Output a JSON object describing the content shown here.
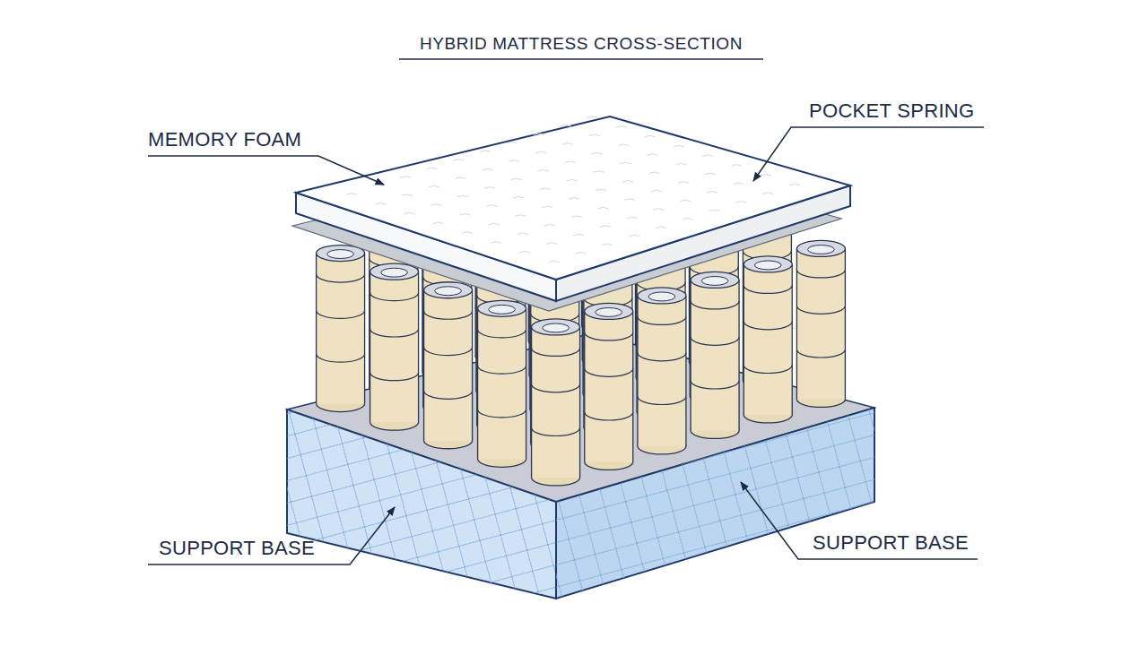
{
  "diagram": {
    "title": "HYBRID MATTRESS CROSS-SECTION",
    "labels": [
      "MEMORY FOAM",
      "POCKET SPRING",
      "SUPPORT BASE",
      "SUPPORT BASE"
    ]
  }
}
